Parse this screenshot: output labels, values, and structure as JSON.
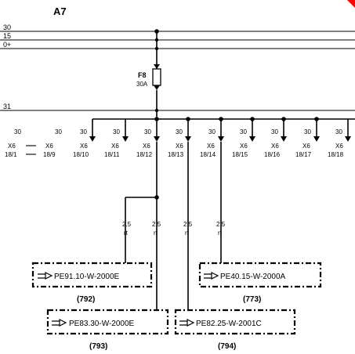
{
  "title": "A7",
  "rails": [
    {
      "label": "30"
    },
    {
      "label": "15"
    },
    {
      "label": "0+"
    }
  ],
  "fuse": {
    "name": "F8",
    "rating": "30A"
  },
  "bus_label": "31",
  "pins": [
    {
      "top": "30",
      "name": "X6",
      "pin": "18/1"
    },
    {
      "top": "30",
      "name": "X6",
      "pin": "18/9"
    },
    {
      "top": "30",
      "name": "X6",
      "pin": "18/10"
    },
    {
      "top": "30",
      "name": "X6",
      "pin": "18/11"
    },
    {
      "top": "30",
      "name": "X6",
      "pin": "18/12"
    },
    {
      "top": "30",
      "name": "X6",
      "pin": "18/13"
    },
    {
      "top": "30",
      "name": "X6",
      "pin": "18/14"
    },
    {
      "top": "30",
      "name": "X6",
      "pin": "18/15"
    },
    {
      "top": "30",
      "name": "X6",
      "pin": "18/16"
    },
    {
      "top": "30",
      "name": "X6",
      "pin": "18/17"
    },
    {
      "top": "30",
      "name": "X6",
      "pin": "18/18"
    }
  ],
  "wires": [
    {
      "size": "2.5",
      "color": "rt"
    },
    {
      "size": "2.5",
      "color": "rt"
    },
    {
      "size": "2.5",
      "color": "rt"
    },
    {
      "size": "2.5",
      "color": "rt"
    }
  ],
  "references": [
    {
      "text": "PE91.10-W-2000E",
      "number": "(792)"
    },
    {
      "text": "PE40.15-W-2000A",
      "number": "(773)"
    },
    {
      "text": "PE83.30-W-2000E",
      "number": "(793)"
    },
    {
      "text": "PE82.25-W-2001C",
      "number": "(794)"
    }
  ],
  "icons": {
    "reference": "pointing-hand-icon"
  },
  "colors": {
    "line": "#000000",
    "background": "#ffffff",
    "corner": "#ff0000"
  }
}
